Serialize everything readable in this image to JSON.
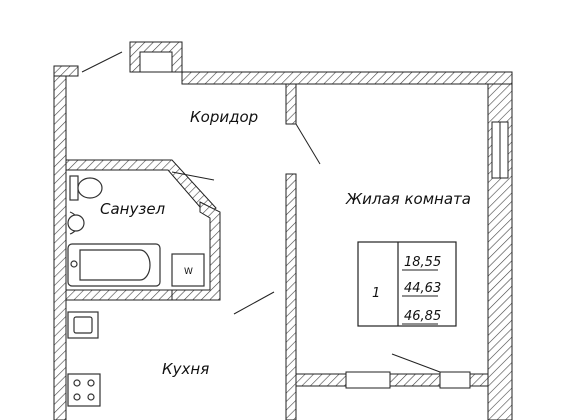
{
  "rooms": {
    "corridor": "Коридор",
    "living": "Жилая комната",
    "bathroom": "Санузел",
    "kitchen": "Кухня"
  },
  "areas": {
    "room_count": "1",
    "living_area": "18,55",
    "total_area": "44,63",
    "total_with_balcony": "46,85"
  },
  "fixtures": {
    "washer_label": "W"
  },
  "colors": {
    "wall_stroke": "#222222",
    "hatch": "#444444",
    "fixture": "#333333"
  }
}
